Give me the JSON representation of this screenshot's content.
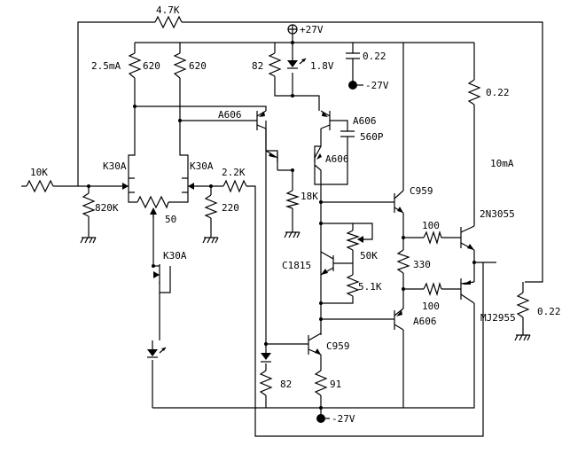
{
  "labels": {
    "r_fb": "4.7K",
    "supply_pos": "+27V",
    "current_diff": "2.5mA",
    "r_620_a": "620",
    "r_620_b": "620",
    "r_82_top": "82",
    "led_v": "1.8V",
    "cap_022": "0.22",
    "supply_neg_top": "-27V",
    "r_022_top": "0.22",
    "q_a606_l": "A606",
    "q_a606_r": "A606",
    "cap_560p": "560P",
    "q_a606_m": "A606",
    "current_out": "10mA",
    "r_in": "10K",
    "q_k30a_l": "K30A",
    "q_k30a_r": "K30A",
    "r_22k": "2.2K",
    "q_c959_top": "C959",
    "r_820k": "820K",
    "pot_50": "50",
    "r_220": "220",
    "r_18k": "18K",
    "q_2n3055": "2N3055",
    "r_100_top": "100",
    "pot_50k": "50K",
    "q_k30a_bot": "K30A",
    "q_c1815": "C1815",
    "r_330": "330",
    "r_51k": "5.1K",
    "r_100_bot": "100",
    "q_a606_bot": "A606",
    "q_mj2955": "MJ2955",
    "r_022_bot": "0.22",
    "q_c959_bot": "C959",
    "r_82_bot": "82",
    "r_91": "91",
    "supply_neg_bot": "-27V"
  }
}
